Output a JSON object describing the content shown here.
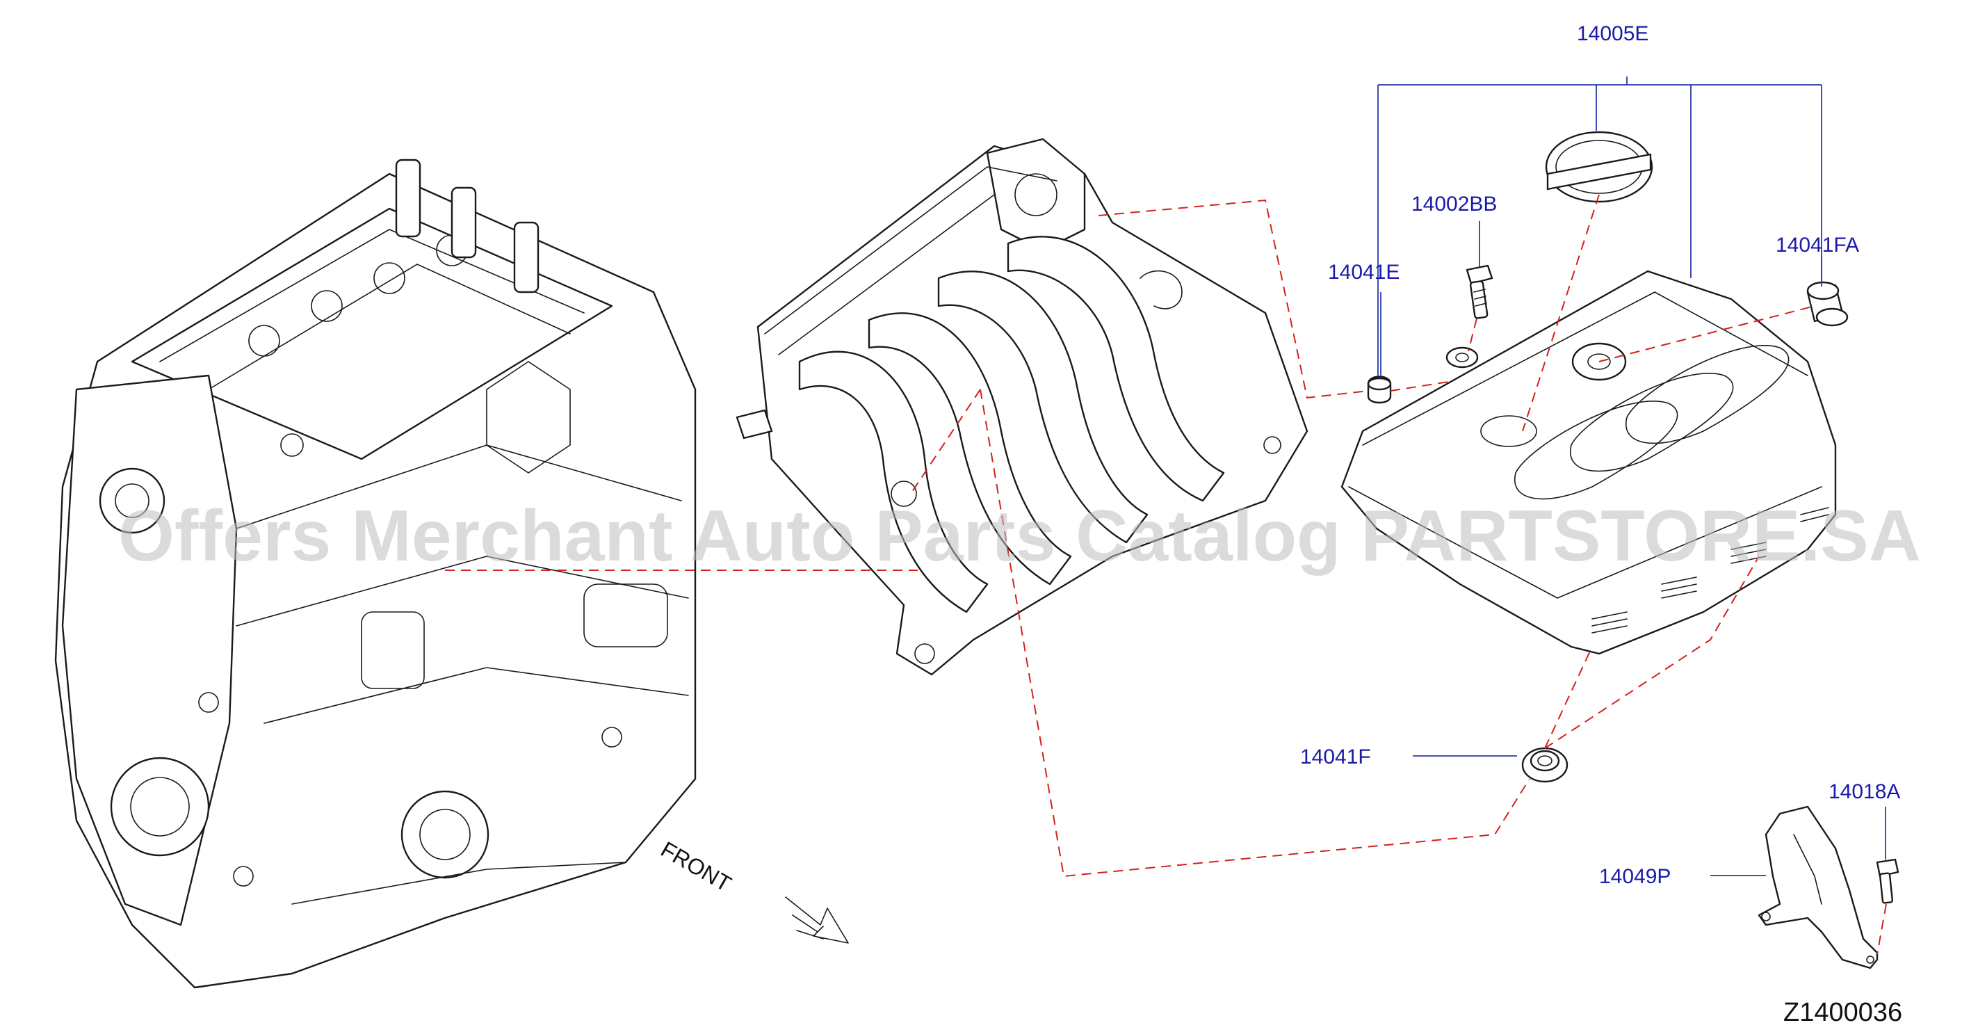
{
  "diagram_code": "Z1400036",
  "front_label": "FRONT",
  "watermark": "Offers Merchant Auto Parts Catalog PARTSTORE.SA",
  "callouts": {
    "cover_assembly": "14005E",
    "bolt": "14002BB",
    "grommet_left": "14041E",
    "grommet_right": "14041FA",
    "grommet_lower": "14041F",
    "bracket_bolt": "14018A",
    "bracket": "14049P"
  },
  "colors": {
    "callout_text": "#1a1aaa",
    "leader_line": "#2a3aa8",
    "dashed_guide": "#d42020",
    "drawing_line": "#1a1a1a",
    "watermark": "#bdbdbd"
  }
}
